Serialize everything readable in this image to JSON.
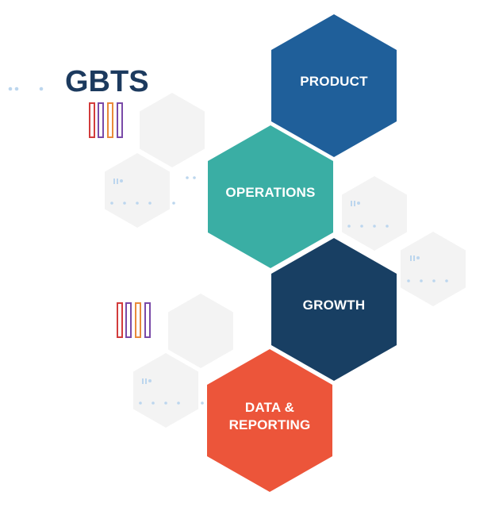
{
  "brand": {
    "title": "GBTS",
    "title_color": "#1c3a5e"
  },
  "hexagons": [
    {
      "id": "product",
      "label_lines": [
        "PRODUCT"
      ],
      "color": "#1f5f9a"
    },
    {
      "id": "operations",
      "label_lines": [
        "OPERATIONS"
      ],
      "color": "#3aaea4"
    },
    {
      "id": "growth",
      "label_lines": [
        "GROWTH"
      ],
      "color": "#183f63"
    },
    {
      "id": "data-reporting",
      "label_lines": [
        "DATA &",
        "REPORTING"
      ],
      "color": "#ec553a"
    }
  ],
  "decor_colors": {
    "ghost_hex": "#f3f3f3",
    "dots": "#bcd6ee",
    "bar_red": "#d23c3c",
    "bar_purple": "#7a4aa8",
    "bar_orange": "#e98a3a"
  }
}
